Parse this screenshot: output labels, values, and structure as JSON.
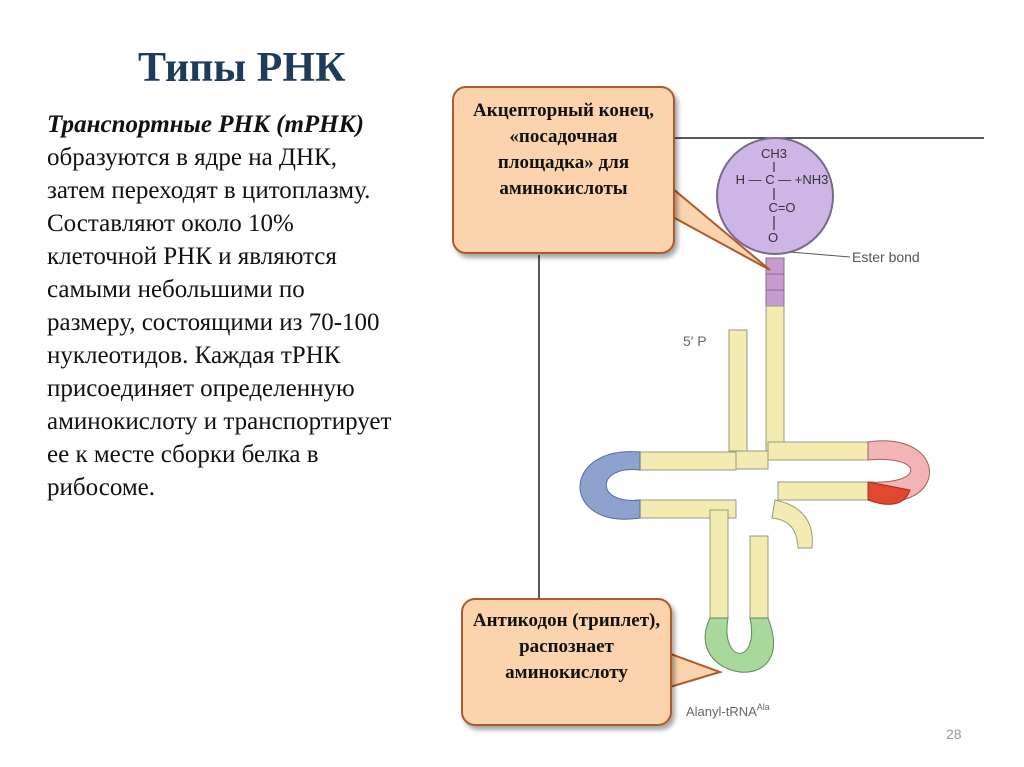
{
  "slide": {
    "title": "Типы РНК",
    "body_em": "Транспортные РНК (тРНК)",
    "body_text": " образуются в ядре на ДНК, затем переходят в цитоплазму. Составляют около 10% клеточной РНК и являются самыми небольшими по размеру, состоящими из 70-100 нуклеотидов. Каждая тРНК присоединяет определенную аминокислоту и транспортирует ее к месте сборки белка в рибосоме.",
    "page_number": "28"
  },
  "callouts": {
    "acceptor": "Акцепторный конец, «посадочная площадка» для аминокислоты",
    "anticodon": "Антикодон (триплет), распознает аминокислоту"
  },
  "figure": {
    "amino_acid": {
      "ch3": "CH3",
      "alpha": "H — C — +NH3",
      "carbonyl": "C=O",
      "oxygen": "O"
    },
    "ester_bond": "Ester bond",
    "five_prime": "5′ P",
    "caption": "Alanyl-tRNA",
    "caption_sup": "Ala"
  },
  "colors": {
    "stem": "#f3ebb1",
    "stem_border": "#9a9a80",
    "acceptor_tail": "#c89bd0",
    "d_loop": "#8ea2cf",
    "tpsi_loop": "#f2b4b4",
    "tpsi_red": "#e0492f",
    "anticodon": "#a8d89a",
    "amino_circle": "#cdb6e6",
    "callout_fill": "#fbd3ad",
    "callout_border": "#b05a2a"
  }
}
